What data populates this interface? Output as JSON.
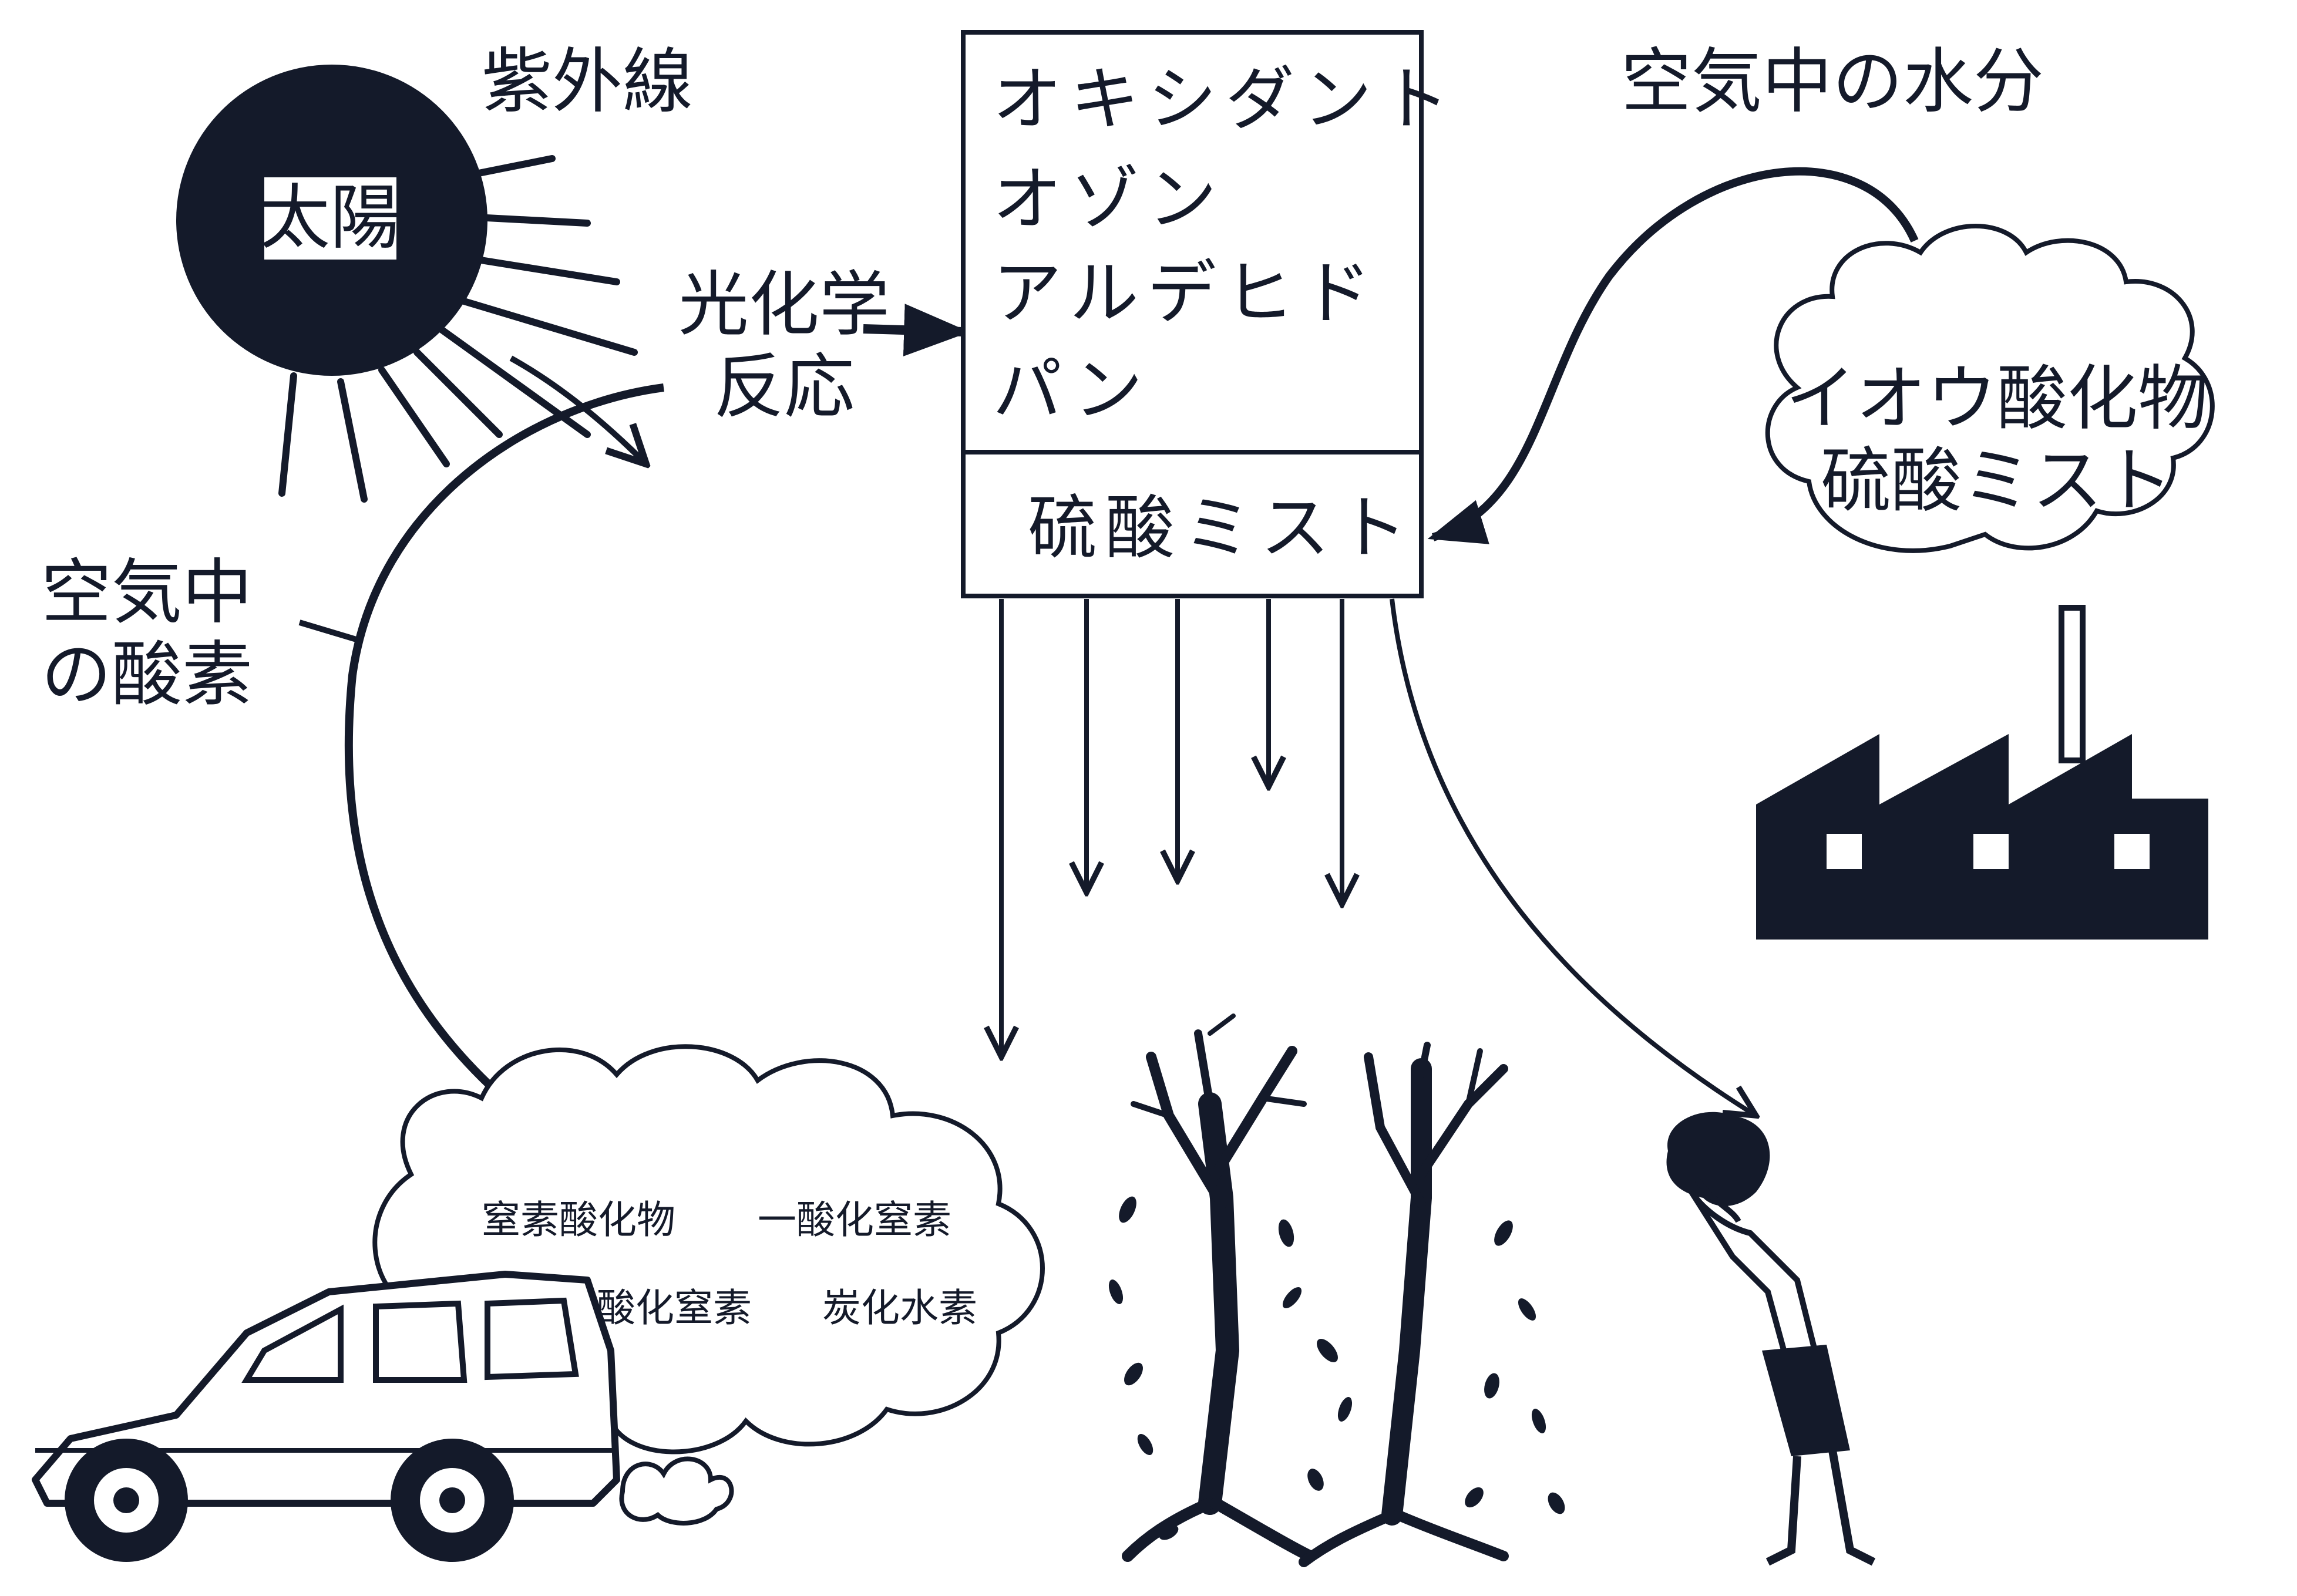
{
  "sun": {
    "label": "太陽",
    "rays_label": "紫外線"
  },
  "reaction": {
    "line1": "光化学",
    "line2": "反応"
  },
  "oxygen": {
    "line1": "空気中",
    "line2": "の酸素"
  },
  "moisture": {
    "label": "空気中の水分"
  },
  "box": {
    "items": [
      "オキシダント",
      "オゾン",
      "アルデヒド",
      "パン"
    ],
    "mist": "硫酸ミスト"
  },
  "factory_cloud": {
    "line1": "イオウ酸化物",
    "line2": "硫酸ミスト"
  },
  "exhaust_cloud": {
    "line1a": "窒素酸化物",
    "line1b": "一酸化窒素",
    "line2a": "二酸化窒素",
    "line2b": "炭化水素"
  },
  "colors": {
    "ink": "#141a2a",
    "background": "#ffffff"
  }
}
